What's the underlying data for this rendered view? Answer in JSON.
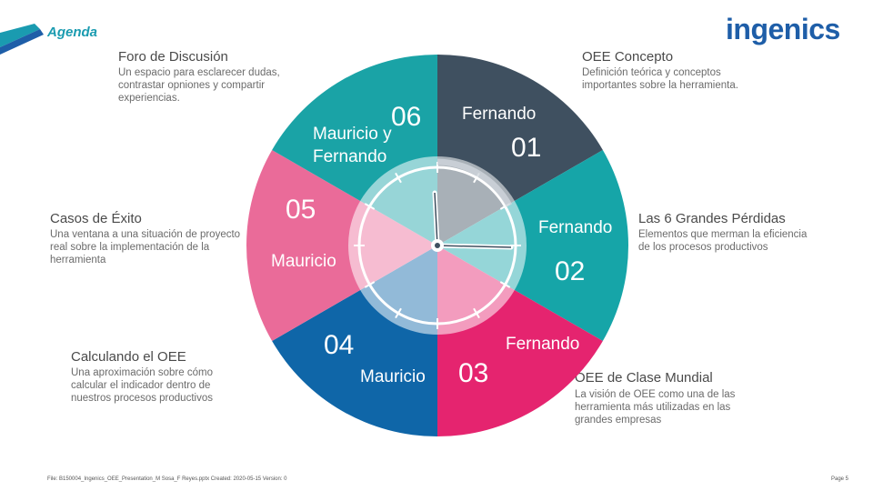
{
  "header": {
    "title": "Agenda",
    "logo": "ingenics"
  },
  "sections": {
    "foro": {
      "title": "Foro de Discusión",
      "desc": "Un espacio para esclarecer dudas, contrastar opniones y compartir experiencias."
    },
    "oee_concepto": {
      "title": "OEE Concepto",
      "desc": "Definición teórica y conceptos importantes sobre la herramienta."
    },
    "casos": {
      "title": "Casos de Éxito",
      "desc": "Una ventana a una situación de proyecto real sobre la implementación de la herramienta"
    },
    "perdidas": {
      "title": "Las 6 Grandes Pérdidas",
      "desc": "Elementos que merman la eficiencia de los procesos productivos"
    },
    "calculando": {
      "title": "Calculando el OEE",
      "desc": "Una aproximación sobre cómo calcular el indicador dentro de nuestros procesos productivos"
    },
    "clase_mundial": {
      "title": "OEE de Clase Mundial",
      "desc": "La visión de OEE como una de las herramienta más utilizadas en las grandes empresas"
    }
  },
  "wheel": {
    "segments": [
      {
        "number": "01",
        "presenter": "Fernando",
        "color": "#3f5060"
      },
      {
        "number": "02",
        "presenter": "Fernando",
        "color": "#16a5a8"
      },
      {
        "number": "03",
        "presenter": "Fernando",
        "color": "#e5246f"
      },
      {
        "number": "04",
        "presenter": "Mauricio",
        "color": "#0f66a8"
      },
      {
        "number": "05",
        "presenter": "Mauricio",
        "color": "#ea6b99"
      },
      {
        "number": "06",
        "presenter": "Mauricio y Fernando",
        "color": "#1aa3a6"
      }
    ]
  },
  "footer": {
    "left": "File: B150004_Ingenics_OEE_Presentation_M Sosa_F Reyes.pptx Created: 2020-05-15 Version: 0",
    "right": "Page 5"
  }
}
